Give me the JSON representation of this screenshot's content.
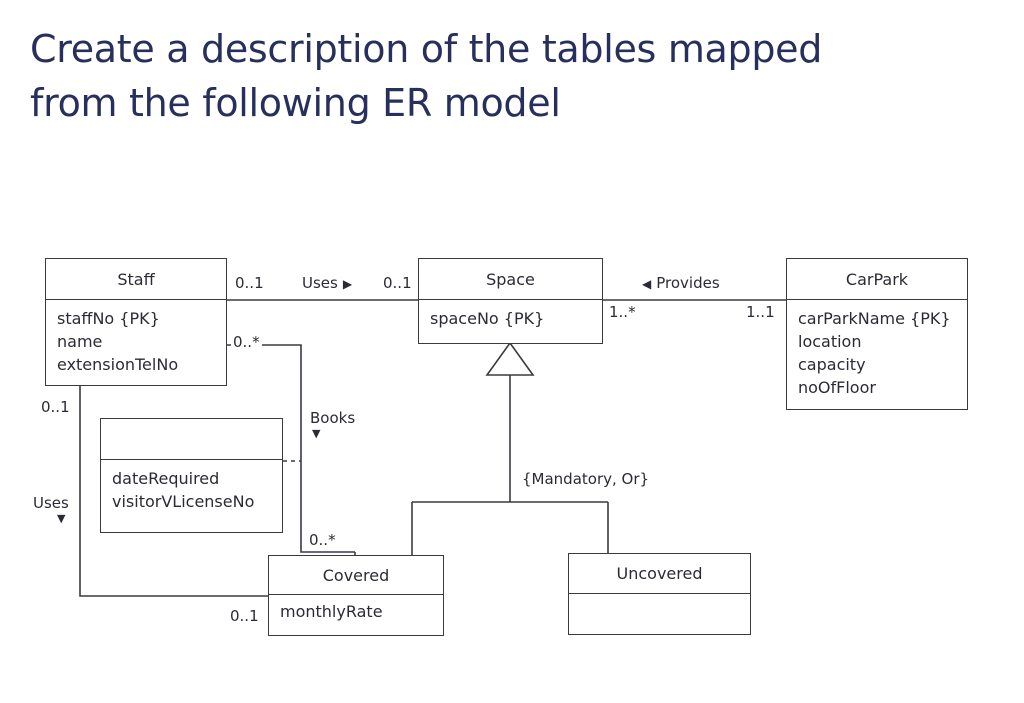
{
  "slide": {
    "title": "Create a description of the tables mapped\nfrom the following ER model",
    "title_color": "#27305c",
    "background_color": "#ffffff",
    "line_color": "#3a3a42"
  },
  "diagram": {
    "type": "uml-class-diagram",
    "entities": [
      {
        "id": "staff",
        "name": "Staff",
        "attributes": [
          "staffNo {PK}",
          "name",
          "extensionTelNo"
        ]
      },
      {
        "id": "space",
        "name": "Space",
        "attributes": [
          "spaceNo {PK}"
        ]
      },
      {
        "id": "carpark",
        "name": "CarPark",
        "attributes": [
          "carParkName {PK}",
          "location",
          "capacity",
          "noOfFloor"
        ]
      },
      {
        "id": "books",
        "name": "",
        "attributes": [
          "dateRequired",
          "visitorVLicenseNo"
        ]
      },
      {
        "id": "covered",
        "name": "Covered",
        "attributes": [
          "monthlyRate"
        ]
      },
      {
        "id": "uncovered",
        "name": "Uncovered",
        "attributes": []
      }
    ],
    "relationships": [
      {
        "id": "uses-staff-space",
        "label": "Uses",
        "direction_marker": "▶",
        "source_multiplicity": "0..1",
        "target_multiplicity": "0..1"
      },
      {
        "id": "provides-space-carpark",
        "label": "Provides",
        "direction_marker": "◀",
        "source_multiplicity": "1..*",
        "target_multiplicity": "1..1"
      },
      {
        "id": "books-staff-covered",
        "label": "Books",
        "direction_marker": "▼",
        "source_multiplicity": "0..*",
        "target_multiplicity": "0..*"
      },
      {
        "id": "uses-staff-covered",
        "label": "Uses",
        "direction_marker": "▼",
        "source_multiplicity": "0..1",
        "target_multiplicity": "0..1"
      }
    ],
    "generalization": {
      "parent": "Space",
      "children": [
        "Covered",
        "Uncovered"
      ],
      "constraint": "{Mandatory, Or}"
    },
    "multiplicity_labels": {
      "staff_right_uses": "0..1",
      "space_left_uses": "0..1",
      "staff_right_books": "0..*",
      "staff_bottom_uses": "0..1",
      "space_right_provides": "1..*",
      "carpark_left_provides": "1..1",
      "books_lower": "0..*",
      "covered_left_uses": "0..1"
    }
  }
}
